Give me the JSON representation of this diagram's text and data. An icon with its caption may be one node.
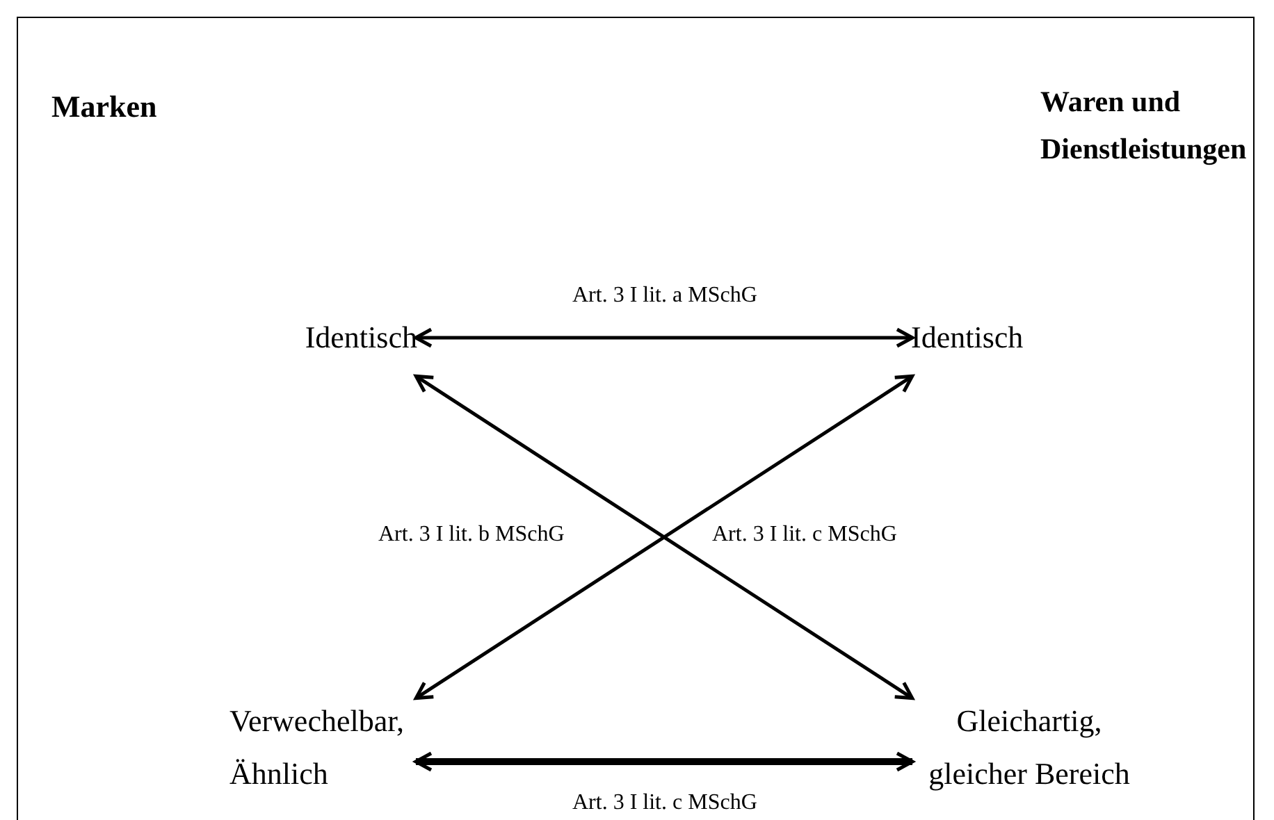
{
  "diagram": {
    "nodes": [
      {
        "text": [
          "Identisch"
        ]
      },
      {
        "text": [
          "Identisch"
        ]
      },
      {
        "text": [
          "Verwechelbar, Ähnlich"
        ]
      },
      {
        "text": [
          "Gleichartig, gleicher Bereich"
        ]
      }
    ],
    "edges": [
      {
        "from": 0,
        "to": 1,
        "arrow": "both",
        "label": "Art. 3 I lit. a MSchG"
      },
      {
        "from": 0,
        "to": 3,
        "arrow": "both"
      },
      {
        "from": 2,
        "to": 1,
        "arrow": "both"
      },
      {
        "from": 2,
        "to": 3,
        "arrow": "both",
        "label": "Art. 3 I lit. c MSchG",
        "style": "thick"
      }
    ],
    "labels": [
      "Marken",
      "Waren und Dienstleistungen",
      "Art. 3 I lit. b MSchG",
      "Art. 3 I lit. c MSchG"
    ]
  }
}
